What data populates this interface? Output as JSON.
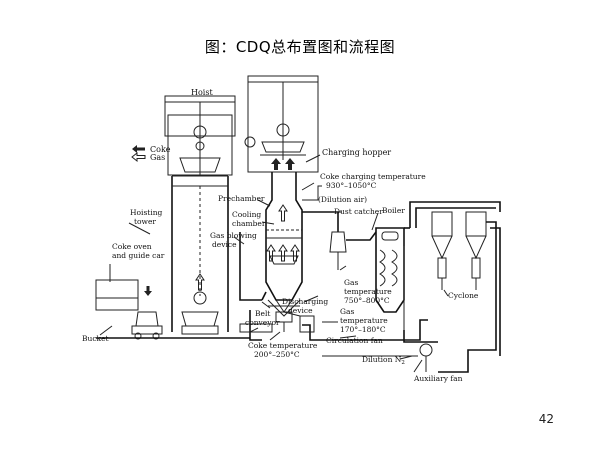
{
  "title": "图：CDQ总布置图和流程图",
  "page_number": "42",
  "labels": {
    "hoist": "Hoist",
    "legend_coke": "Coke",
    "legend_gas": "Gas",
    "charging_hopper": "Charging hopper",
    "coke_charging_temp_1": "Coke charging temperature",
    "coke_charging_temp_2": "930°–1050°C",
    "dilution_air": "(Dilution air)",
    "prechamber": "Prechamber",
    "cooling_chamber_1": "Cooling",
    "cooling_chamber_2": "chamber",
    "dust_catcher": "Dust catcher",
    "boiler": "Boiler",
    "hoisting_tower_1": "Hoisting",
    "hoisting_tower_2": "tower",
    "gas_blowing_1": "Gas blowing",
    "gas_blowing_2": "device",
    "coke_oven_1": "Coke oven",
    "coke_oven_2": "and guide car",
    "gas_temp_a_1": "Gas",
    "gas_temp_a_2": "temperature",
    "gas_temp_a_3": "750°–800°C",
    "discharging_1": "Discharging",
    "discharging_2": "device",
    "belt_conveyor_1": "Belt",
    "belt_conveyor_2": "conveyor",
    "gas_temp_b_1": "Gas",
    "gas_temp_b_2": "temperature",
    "gas_temp_b_3": "170°–180°C",
    "cyclone": "Cyclone",
    "bucket": "Bucket",
    "coke_temp_1": "Coke temperature",
    "coke_temp_2": "200°–250°C",
    "circulation_fan": "Circulation fan",
    "dilution_n2": "Dilution N",
    "dilution_n2_sub": "2",
    "auxiliary_fan": "Auxiliary fan"
  }
}
